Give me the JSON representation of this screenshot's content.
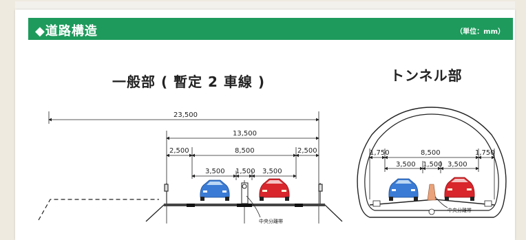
{
  "header": {
    "title": "◆道路構造",
    "unit": "（単位：mm）"
  },
  "general": {
    "heading": "一般部 ( 暫定 2 車線 )",
    "dims": {
      "total": "23,500",
      "road": "13,500",
      "left_margin": "2,500",
      "inner": "8,500",
      "right_margin": "2,500",
      "lane_left": "3,500",
      "median": "1,500",
      "lane_right": "3,500"
    },
    "median_label": "中央分離帯"
  },
  "tunnel": {
    "heading": "トンネル部",
    "dims": {
      "left_margin": "1,750",
      "inner": "8,500",
      "right_margin": "1,750",
      "lane_left": "3,500",
      "median": "1,500",
      "lane_right": "3,500"
    },
    "median_label": "中央分離帯"
  },
  "colors": {
    "header": "#1e9a5c",
    "blue_car": "#3a7bd5",
    "red_car": "#d8262c",
    "median_post": "#e9a27a"
  }
}
